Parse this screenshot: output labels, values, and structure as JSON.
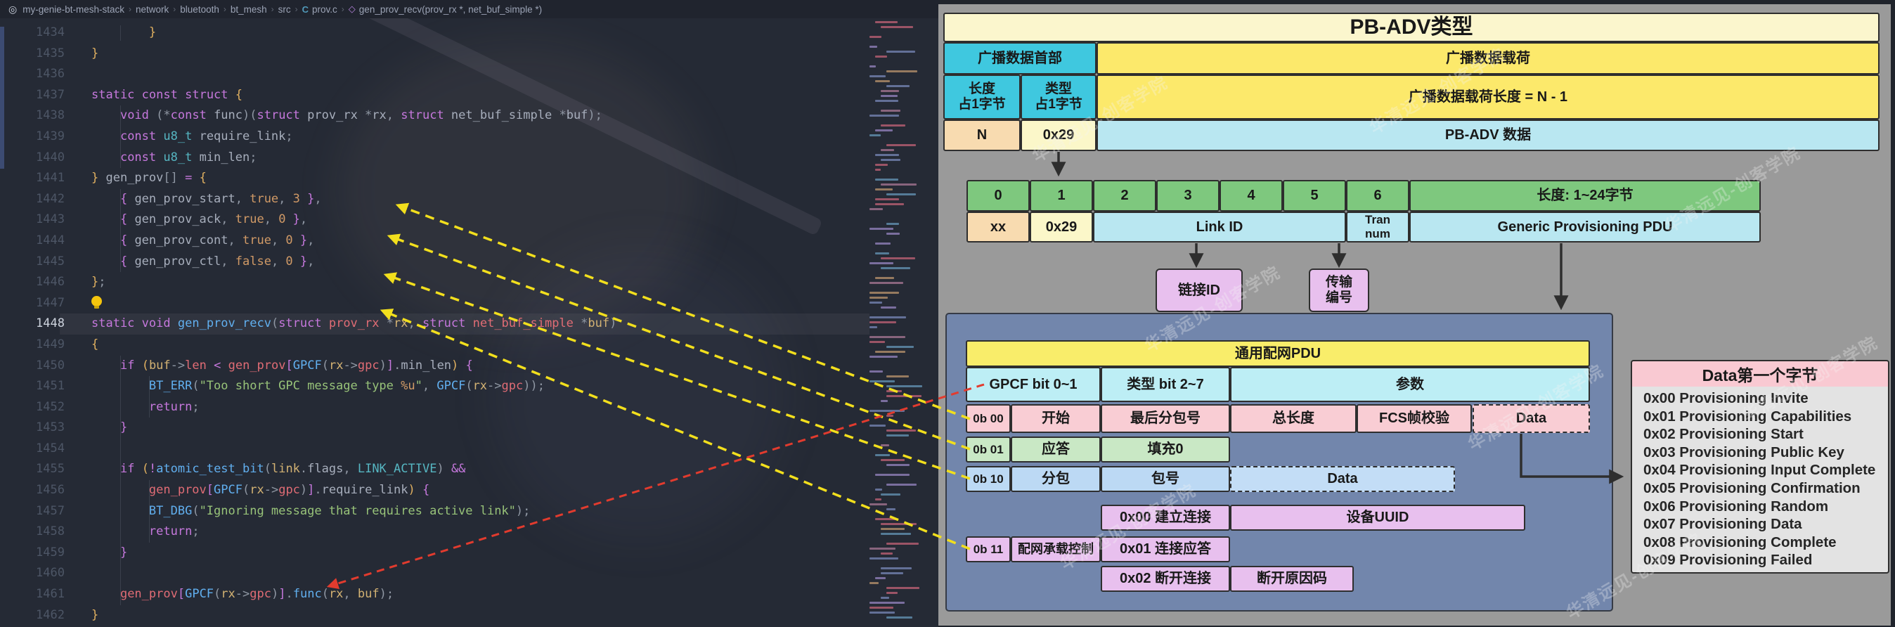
{
  "breadcrumb": {
    "items": [
      "my-genie-bt-mesh-stack",
      "network",
      "bluetooth",
      "bt_mesh",
      "src",
      "prov.c",
      "gen_prov_recv(prov_rx *, net_buf_simple *)"
    ]
  },
  "code": {
    "lines": [
      {
        "n": "1434",
        "tokens": [
          [
            "v",
            "        "
          ],
          [
            "g",
            "}"
          ]
        ]
      },
      {
        "n": "1435",
        "tokens": [
          [
            "g",
            "}"
          ]
        ]
      },
      {
        "n": "1436",
        "tokens": []
      },
      {
        "n": "1437",
        "tokens": [
          [
            "k",
            "static"
          ],
          [
            "v",
            " "
          ],
          [
            "k",
            "const"
          ],
          [
            "v",
            " "
          ],
          [
            "k",
            "struct"
          ],
          [
            "v",
            " "
          ],
          [
            "g",
            "{"
          ]
        ]
      },
      {
        "n": "1438",
        "tokens": [
          [
            "v",
            "    "
          ],
          [
            "k",
            "void"
          ],
          [
            "v",
            " "
          ],
          [
            "p",
            "(*"
          ],
          [
            "k",
            "const"
          ],
          [
            "v",
            " func"
          ],
          [
            "p",
            ")("
          ],
          [
            "k",
            "struct"
          ],
          [
            "v",
            " prov_rx "
          ],
          [
            "p",
            "*"
          ],
          [
            "v",
            "rx"
          ],
          [
            "p",
            ", "
          ],
          [
            "k",
            "struct"
          ],
          [
            "v",
            " net_buf_simple "
          ],
          [
            "p",
            "*"
          ],
          [
            "v",
            "buf"
          ],
          [
            "p",
            ");"
          ]
        ]
      },
      {
        "n": "1439",
        "tokens": [
          [
            "v",
            "    "
          ],
          [
            "k",
            "const"
          ],
          [
            "v",
            " "
          ],
          [
            "t",
            "u8_t"
          ],
          [
            "v",
            " require_link"
          ],
          [
            "p",
            ";"
          ]
        ]
      },
      {
        "n": "1440",
        "tokens": [
          [
            "v",
            "    "
          ],
          [
            "k",
            "const"
          ],
          [
            "v",
            " "
          ],
          [
            "t",
            "u8_t"
          ],
          [
            "v",
            " min_len"
          ],
          [
            "p",
            ";"
          ]
        ]
      },
      {
        "n": "1441",
        "tokens": [
          [
            "g",
            "}"
          ],
          [
            "v",
            " gen_prov"
          ],
          [
            "p",
            "[] "
          ],
          [
            "k",
            "="
          ],
          [
            "v",
            " "
          ],
          [
            "g",
            "{"
          ]
        ]
      },
      {
        "n": "1442",
        "tokens": [
          [
            "v",
            "    "
          ],
          [
            "m",
            "{ "
          ],
          [
            "v",
            "gen_prov_start"
          ],
          [
            "p",
            ", "
          ],
          [
            "n",
            "true"
          ],
          [
            "p",
            ", "
          ],
          [
            "n",
            "3"
          ],
          [
            "m",
            " }"
          ],
          [
            "p",
            ","
          ]
        ]
      },
      {
        "n": "1443",
        "tokens": [
          [
            "v",
            "    "
          ],
          [
            "m",
            "{ "
          ],
          [
            "v",
            "gen_prov_ack"
          ],
          [
            "p",
            ", "
          ],
          [
            "n",
            "true"
          ],
          [
            "p",
            ", "
          ],
          [
            "n",
            "0"
          ],
          [
            "m",
            " }"
          ],
          [
            "p",
            ","
          ]
        ]
      },
      {
        "n": "1444",
        "tokens": [
          [
            "v",
            "    "
          ],
          [
            "m",
            "{ "
          ],
          [
            "v",
            "gen_prov_cont"
          ],
          [
            "p",
            ", "
          ],
          [
            "n",
            "true"
          ],
          [
            "p",
            ", "
          ],
          [
            "n",
            "0"
          ],
          [
            "m",
            " }"
          ],
          [
            "p",
            ","
          ]
        ]
      },
      {
        "n": "1445",
        "tokens": [
          [
            "v",
            "    "
          ],
          [
            "m",
            "{ "
          ],
          [
            "v",
            "gen_prov_ctl"
          ],
          [
            "p",
            ", "
          ],
          [
            "n",
            "false"
          ],
          [
            "p",
            ", "
          ],
          [
            "n",
            "0"
          ],
          [
            "m",
            " }"
          ],
          [
            "p",
            ","
          ]
        ]
      },
      {
        "n": "1446",
        "tokens": [
          [
            "g",
            "}"
          ],
          [
            "p",
            ";"
          ]
        ]
      },
      {
        "n": "1447",
        "tokens": []
      },
      {
        "n": "1448",
        "tokens": [
          [
            "k",
            "static"
          ],
          [
            "v",
            " "
          ],
          [
            "k",
            "void"
          ],
          [
            "v",
            " "
          ],
          [
            "f",
            "gen_prov_recv"
          ],
          [
            "p",
            "("
          ],
          [
            "k",
            "struct"
          ],
          [
            "e",
            " prov_rx "
          ],
          [
            "p",
            "*"
          ],
          [
            "o",
            "rx"
          ],
          [
            "p",
            ", "
          ],
          [
            "k",
            "struct"
          ],
          [
            "e",
            " net_buf_simple "
          ],
          [
            "p",
            "*"
          ],
          [
            "o",
            "buf"
          ],
          [
            "p",
            ")"
          ]
        ]
      },
      {
        "n": "1449",
        "tokens": [
          [
            "g",
            "{"
          ]
        ]
      },
      {
        "n": "1450",
        "tokens": [
          [
            "v",
            "    "
          ],
          [
            "k",
            "if"
          ],
          [
            "v",
            " "
          ],
          [
            "g",
            "("
          ],
          [
            "o",
            "buf"
          ],
          [
            "p",
            "->"
          ],
          [
            "e",
            "len"
          ],
          [
            "v",
            " "
          ],
          [
            "k",
            "<"
          ],
          [
            "v",
            " "
          ],
          [
            "e",
            "gen_prov"
          ],
          [
            "m",
            "["
          ],
          [
            "f",
            "GPCF"
          ],
          [
            "p",
            "("
          ],
          [
            "o",
            "rx"
          ],
          [
            "p",
            "->"
          ],
          [
            "e",
            "gpc"
          ],
          [
            "p",
            ")"
          ],
          [
            "m",
            "]"
          ],
          [
            "p",
            "."
          ],
          [
            "v",
            "min_len"
          ],
          [
            "g",
            ")"
          ],
          [
            "v",
            " "
          ],
          [
            "m",
            "{"
          ]
        ]
      },
      {
        "n": "1451",
        "tokens": [
          [
            "v",
            "        "
          ],
          [
            "f",
            "BT_ERR"
          ],
          [
            "p",
            "("
          ],
          [
            "s",
            "\"Too short GPC message type "
          ],
          [
            "n",
            "%u"
          ],
          [
            "s",
            "\""
          ],
          [
            "p",
            ", "
          ],
          [
            "f",
            "GPCF"
          ],
          [
            "p",
            "("
          ],
          [
            "o",
            "rx"
          ],
          [
            "p",
            "->"
          ],
          [
            "e",
            "gpc"
          ],
          [
            "p",
            "));"
          ]
        ]
      },
      {
        "n": "1452",
        "tokens": [
          [
            "v",
            "        "
          ],
          [
            "k",
            "return"
          ],
          [
            "p",
            ";"
          ]
        ]
      },
      {
        "n": "1453",
        "tokens": [
          [
            "v",
            "    "
          ],
          [
            "m",
            "}"
          ]
        ]
      },
      {
        "n": "1454",
        "tokens": []
      },
      {
        "n": "1455",
        "tokens": [
          [
            "v",
            "    "
          ],
          [
            "k",
            "if"
          ],
          [
            "v",
            " "
          ],
          [
            "g",
            "("
          ],
          [
            "k",
            "!"
          ],
          [
            "f",
            "atomic_test_bit"
          ],
          [
            "p",
            "("
          ],
          [
            "o",
            "link"
          ],
          [
            "p",
            "."
          ],
          [
            "v",
            "flags"
          ],
          [
            "p",
            ", "
          ],
          [
            "t",
            "LINK_ACTIVE"
          ],
          [
            "p",
            ")"
          ],
          [
            "v",
            " "
          ],
          [
            "k",
            "&&"
          ]
        ]
      },
      {
        "n": "1456",
        "tokens": [
          [
            "v",
            "        "
          ],
          [
            "e",
            "gen_prov"
          ],
          [
            "m",
            "["
          ],
          [
            "f",
            "GPCF"
          ],
          [
            "p",
            "("
          ],
          [
            "o",
            "rx"
          ],
          [
            "p",
            "->"
          ],
          [
            "e",
            "gpc"
          ],
          [
            "p",
            ")"
          ],
          [
            "m",
            "]"
          ],
          [
            "p",
            "."
          ],
          [
            "v",
            "require_link"
          ],
          [
            "g",
            ")"
          ],
          [
            "v",
            " "
          ],
          [
            "m",
            "{"
          ]
        ]
      },
      {
        "n": "1457",
        "tokens": [
          [
            "v",
            "        "
          ],
          [
            "f",
            "BT_DBG"
          ],
          [
            "p",
            "("
          ],
          [
            "s",
            "\"Ignoring message that requires active link\""
          ],
          [
            "p",
            ");"
          ]
        ]
      },
      {
        "n": "1458",
        "tokens": [
          [
            "v",
            "        "
          ],
          [
            "k",
            "return"
          ],
          [
            "p",
            ";"
          ]
        ]
      },
      {
        "n": "1459",
        "tokens": [
          [
            "v",
            "    "
          ],
          [
            "m",
            "}"
          ]
        ]
      },
      {
        "n": "1460",
        "tokens": []
      },
      {
        "n": "1461",
        "tokens": [
          [
            "v",
            "    "
          ],
          [
            "e",
            "gen_prov"
          ],
          [
            "m",
            "["
          ],
          [
            "f",
            "GPCF"
          ],
          [
            "p",
            "("
          ],
          [
            "o",
            "rx"
          ],
          [
            "p",
            "->"
          ],
          [
            "e",
            "gpc"
          ],
          [
            "p",
            ")"
          ],
          [
            "m",
            "]"
          ],
          [
            "p",
            "."
          ],
          [
            "f",
            "func"
          ],
          [
            "p",
            "("
          ],
          [
            "o",
            "rx"
          ],
          [
            "p",
            ", "
          ],
          [
            "o",
            "buf"
          ],
          [
            "p",
            ");"
          ]
        ]
      },
      {
        "n": "1462",
        "tokens": [
          [
            "g",
            "}"
          ]
        ]
      }
    ],
    "current_line": "1448"
  },
  "diagram": {
    "adv_table": {
      "title": "PB-ADV类型",
      "hdr_left": "广播数据首部",
      "hdr_right": "广播数据载荷",
      "len_label": "长度\n占1字节",
      "type_label": "类型\n占1字节",
      "payload_len": "广播数据载荷长度 = N - 1",
      "n_val": "N",
      "type_val": "0x29",
      "data_label": "PB-ADV 数据"
    },
    "pdu_table": {
      "bytes": [
        "0",
        "1",
        "2",
        "3",
        "4",
        "5",
        "6"
      ],
      "len_note": "长度: 1~24字节",
      "xx": "xx",
      "type_val": "0x29",
      "link_id": "Link ID",
      "tran_num": "Tran\nnum",
      "gpp": "Generic Provisioning PDU"
    },
    "link_box": "链接ID",
    "tran_box": "传输\n编号",
    "gp_panel": {
      "title": "通用配网PDU",
      "h1": "GPCF bit 0~1",
      "h2": "类型 bit 2~7",
      "h3": "参数",
      "r00": {
        "b": "0b 00",
        "n": "开始",
        "c1": "最后分包号",
        "c2": "总长度",
        "c3": "FCS帧校验",
        "c4": "Data"
      },
      "r01": {
        "b": "0b 01",
        "n": "应答",
        "c1": "填充0"
      },
      "r10": {
        "b": "0b 10",
        "n": "分包",
        "c1": "包号",
        "c2": "Data"
      },
      "r11": {
        "b": "0b 11",
        "n": "配网承载控制",
        "c0": "0x00 建立连接",
        "c0b": "设备UUID",
        "c1": "0x01 连接应答",
        "c2": "0x02 断开连接",
        "c2b": "断开原因码"
      }
    },
    "data_box": {
      "title": "Data第一个字节",
      "items": [
        "0x00 Provisioning Invite",
        "0x01 Provisioning Capabilities",
        "0x02 Provisioning Start",
        "0x03 Provisioning Public Key",
        "0x04 Provisioning Input Complete",
        "0x05 Provisioning Confirmation",
        "0x06 Provisioning Random",
        "0x07 Provisioning Data",
        "0x08 Provisioning Complete",
        "0x09 Provisioning Failed"
      ]
    },
    "watermark": "华清远见-创客学院"
  },
  "colors": {
    "arrow_yellow": "#f2df1d",
    "arrow_red": "#e23b2e",
    "connector_black": "#2e2e2e",
    "cyan": "#3fc8df",
    "yellow": "#fce96b",
    "green_header": "#7ec87e",
    "pink_row": "#f9cdd4",
    "green_row": "#c9e8c5",
    "blue_row": "#bcd9f4",
    "purple_cell": "#e8c0ee",
    "panel_blue": "#7286ac",
    "diagram_bg": "#9a9a9a"
  }
}
